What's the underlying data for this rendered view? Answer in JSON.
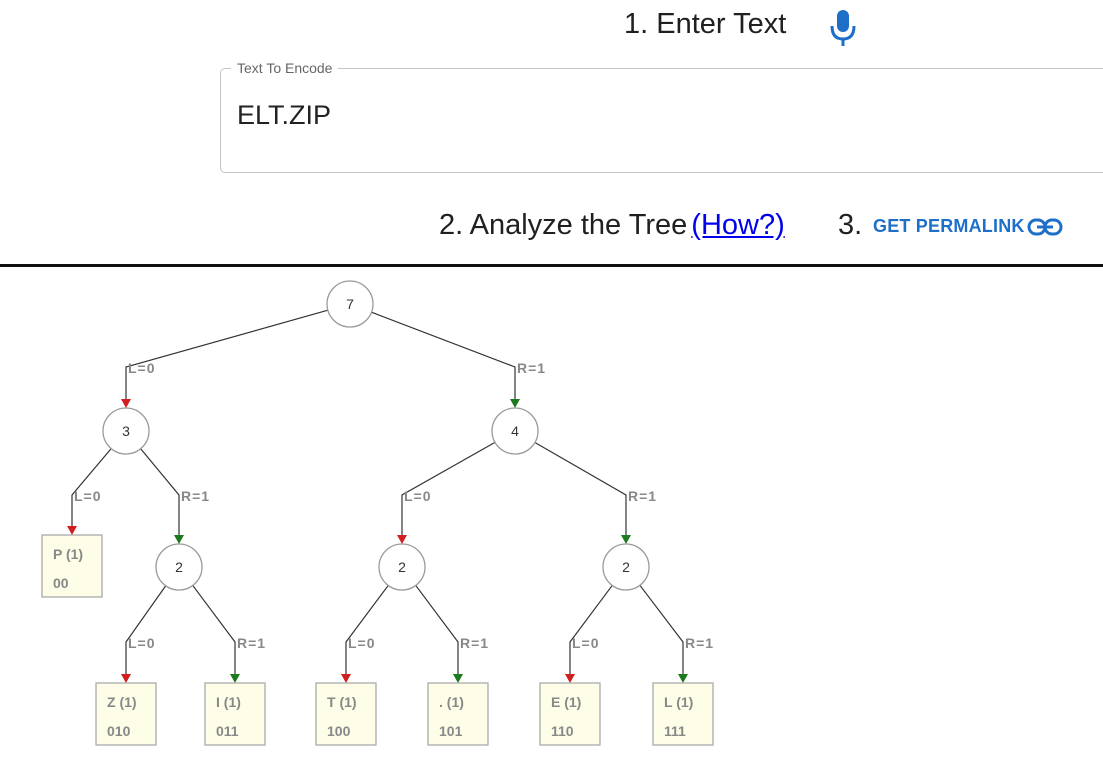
{
  "step1": {
    "label": "1. Enter Text",
    "mic_icon": "microphone-icon",
    "accent": "#1e6fc8"
  },
  "encode": {
    "legend": "Text To Encode",
    "value": "ELT.ZIP"
  },
  "step2": {
    "label": "2. Analyze the Tree",
    "link": "(How?)"
  },
  "step3": {
    "number": "3.",
    "permalink_label": "GET PERMALINK",
    "permalink_icon": "link-icon"
  },
  "tree": {
    "colors": {
      "left_arrow": "#d21e1e",
      "right_arrow": "#1e7a1e",
      "leaf_fill": "#fdfde8"
    },
    "root": {
      "weight": "7"
    },
    "left_edge_label": "L=0",
    "right_edge_label": "R=1",
    "internal_nodes": [
      {
        "weight": "3"
      },
      {
        "weight": "4"
      },
      {
        "weight": "2"
      },
      {
        "weight": "2"
      },
      {
        "weight": "2"
      }
    ],
    "leaves": [
      {
        "symbol": "P",
        "count": "(1)",
        "code": "00"
      },
      {
        "symbol": "Z",
        "count": "(1)",
        "code": "010"
      },
      {
        "symbol": "I",
        "count": "(1)",
        "code": "011"
      },
      {
        "symbol": "T",
        "count": "(1)",
        "code": "100"
      },
      {
        "symbol": ".",
        "count": "(1)",
        "code": "101"
      },
      {
        "symbol": "E",
        "count": "(1)",
        "code": "110"
      },
      {
        "symbol": "L",
        "count": "(1)",
        "code": "111"
      }
    ]
  }
}
